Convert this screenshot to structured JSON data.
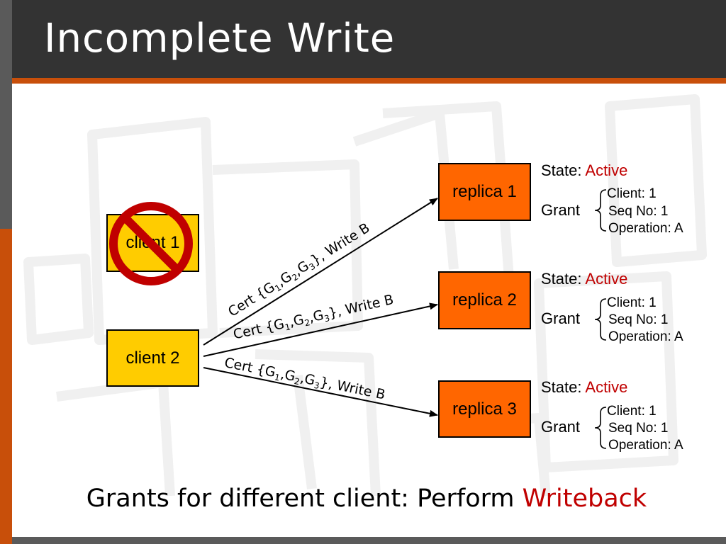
{
  "slide": {
    "title": "Incomplete Write",
    "caption_prefix": "Grants for different client: Perform ",
    "caption_emphasis": "Writeback"
  },
  "colors": {
    "header": "#333333",
    "accent": "#c84f0a",
    "client_fill": "#ffcc00",
    "replica_fill": "#ff6600",
    "emphasis_text": "#c00000",
    "prohibition": "#c00000"
  },
  "clients": [
    {
      "label": "client 1",
      "crossed_out": true
    },
    {
      "label": "client 2",
      "crossed_out": false
    }
  ],
  "messages": [
    {
      "pre": "Cert {G",
      "s1": "1",
      "m1": ",G",
      "s2": "2",
      "m2": ",G",
      "s3": "3",
      "post": "}, Write B"
    },
    {
      "pre": "Cert {G",
      "s1": "1",
      "m1": ",G",
      "s2": "2",
      "m2": ",G",
      "s3": "3",
      "post": "}, Write B"
    },
    {
      "pre": "Cert {G",
      "s1": "1",
      "m1": ",G",
      "s2": "2",
      "m2": ",G",
      "s3": "3",
      "post": "}, Write B"
    }
  ],
  "replicas": [
    {
      "label": "replica 1",
      "state_label": "State: ",
      "state_value": "Active",
      "grant_label": "Grant",
      "grant_lines": [
        "Client: 1",
        "Seq No: 1",
        "Operation: A"
      ]
    },
    {
      "label": "replica 2",
      "state_label": "State: ",
      "state_value": "Active",
      "grant_label": "Grant",
      "grant_lines": [
        "Client: 1",
        "Seq No: 1",
        "Operation: A"
      ]
    },
    {
      "label": "replica 3",
      "state_label": "State: ",
      "state_value": "Active",
      "grant_label": "Grant",
      "grant_lines": [
        "Client: 1",
        "Seq No: 1",
        "Operation: A"
      ]
    }
  ]
}
